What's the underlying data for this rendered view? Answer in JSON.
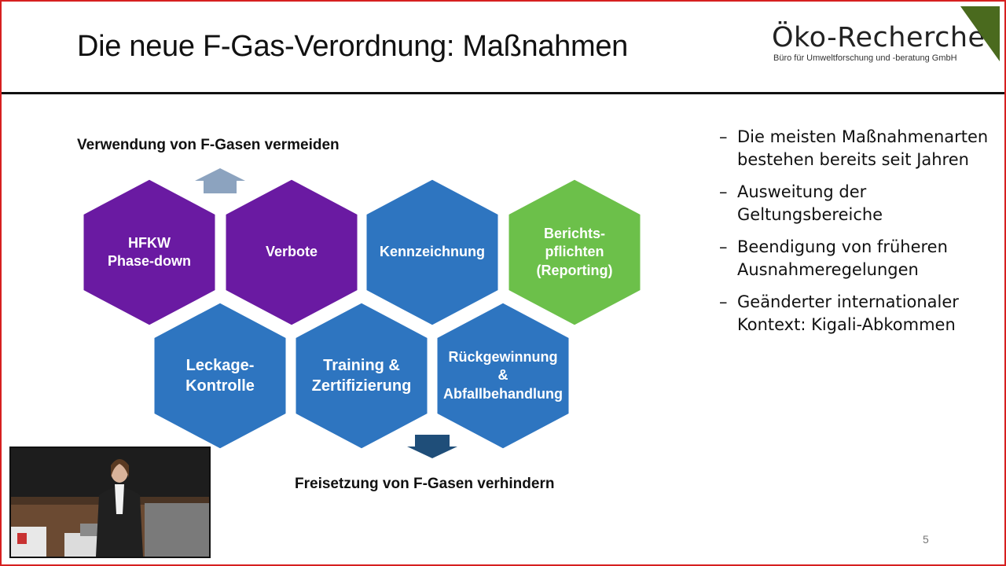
{
  "slide": {
    "title": "Die neue F-Gas-Verordnung: Maßnahmen",
    "page_number": "5"
  },
  "logo": {
    "name": "Öko-Recherche",
    "subtitle": "Büro für Umweltforschung und -beratung GmbH",
    "accent_color": "#4a6a1e"
  },
  "diagram": {
    "top_label": "Verwendung von F-Gasen vermeiden",
    "bottom_label": "Freisetzung von F-Gasen verhindern",
    "hexagons": [
      {
        "label": "HFKW\nPhase-down",
        "color": "#6a1aa2"
      },
      {
        "label": "Verbote",
        "color": "#6a1aa2"
      },
      {
        "label": "Kennzeichnung",
        "color": "#2e75c0"
      },
      {
        "label": "Berichts-\npflichten\n(Reporting)",
        "color": "#6cc04a"
      },
      {
        "label": "Leckage-\nKontrolle",
        "color": "#2e75c0"
      },
      {
        "label": "Training &\nZertifizierung",
        "color": "#2e75c0"
      },
      {
        "label": "Rückgewinnung\n&\nAbfallbehandlung",
        "color": "#2e75c0"
      }
    ],
    "arrow_up_color": "#8ca3bf",
    "arrow_down_color": "#1f4e79"
  },
  "bullets": [
    "Die meisten Maßnahmenarten bestehen bereits seit Jahren",
    "Ausweitung der Geltungsbereiche",
    "Beendigung von früheren Ausnahmeregelungen",
    "Geänderter internationaler Kontext: Kigali-Abkommen"
  ],
  "bullet_marker": "–"
}
